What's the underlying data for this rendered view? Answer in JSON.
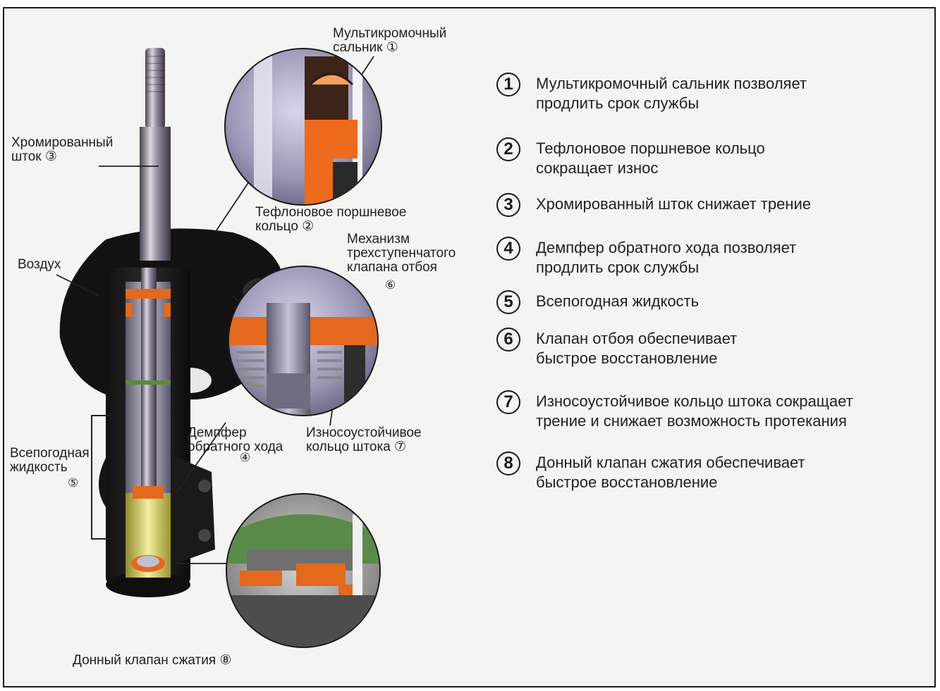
{
  "labels": {
    "seal": "Мультикромочный\nсальник ①",
    "teflon_ring": "Тефлоновое поршневое\n кольцо ②",
    "chrome_rod": "Хромированный\nшток   ③",
    "air": "Воздух",
    "valve_mechanism": "Механизм\nтрехступенчатого\nклапана отбоя",
    "valve_mechanism_num": "⑥",
    "rebound_damper": "Демпфер\nобратного хода",
    "rebound_damper_num": "④",
    "wear_ring": "Износоустойчивое\nкольцо штока ⑦",
    "fluid": "Всепогодная\nжидкость",
    "fluid_num": "⑤",
    "base_valve": "Донный клапан сжатия ⑧"
  },
  "legend": [
    {
      "num": "1",
      "text": "Мультикромочный сальник позволяет\nпродлить срок службы"
    },
    {
      "num": "2",
      "text": "Тефлоновое поршневое кольцо\nсокращает износ"
    },
    {
      "num": "3",
      "text": "Хромированный шток снижает трение"
    },
    {
      "num": "4",
      "text": "Демпфер  обратного хода позволяет\nпродлить срок службы"
    },
    {
      "num": "5",
      "text": "Всепогодная жидкость"
    },
    {
      "num": "6",
      "text": "Клапан отбоя обеспечивает\nбыстрое восстановление"
    },
    {
      "num": "7",
      "text": "Износоустойчивое кольцо штока сокращает\nтрение и снижает возможность протекания"
    },
    {
      "num": "8",
      "text": "Донный клапан сжатия обеспечивает\nбыстрое восстановление"
    }
  ]
}
